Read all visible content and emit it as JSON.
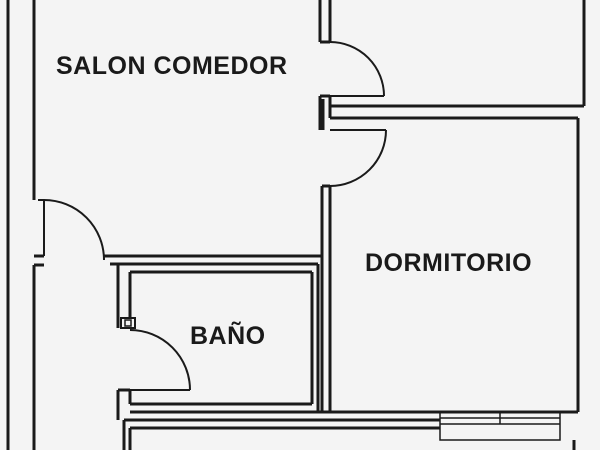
{
  "rooms": {
    "salon_comedor": "SALON COMEDOR",
    "dormitorio": "DORMITORIO",
    "bano": "BAÑO"
  },
  "colors": {
    "wall": "#1a1a1a",
    "background": "#f4f4f4"
  }
}
